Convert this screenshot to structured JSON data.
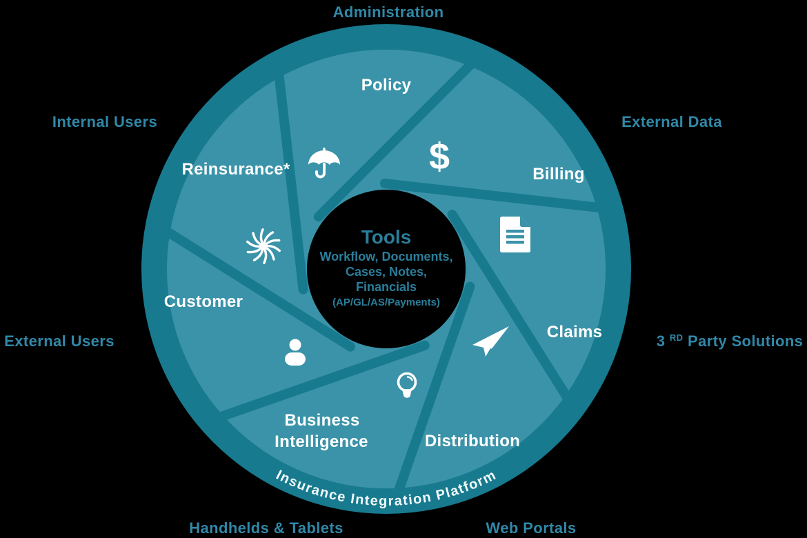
{
  "title": "Insurance Integration Platform",
  "colors": {
    "background": "#000000",
    "ring_dark": "#187a8f",
    "blade_teal": "#3b93a9",
    "outer_label_teal": "#3188a8",
    "center_text_teal": "#2b7e9b",
    "white": "#ffffff"
  },
  "outer_labels": {
    "top": "Administration",
    "top_right": "External Data",
    "right": {
      "prefix": "3",
      "sup": "RD",
      "rest": " Party Solutions"
    },
    "bottom_right": "Web Portals",
    "bottom_left": "Handhelds & Tablets",
    "left": "External Users",
    "top_left": "Internal Users"
  },
  "ring_text": "Insurance Integration Platform",
  "center": {
    "title": "Tools",
    "lines": [
      "Workflow, Documents,",
      "Cases, Notes,",
      "Financials"
    ],
    "subline": "(AP/GL/AS/Payments)"
  },
  "segments": [
    {
      "label": "Policy",
      "icon": "umbrella-icon"
    },
    {
      "label": "Billing",
      "icon": "dollar-icon",
      "glyph": "$"
    },
    {
      "label": "Claims",
      "icon": "document-icon"
    },
    {
      "label": "Distribution",
      "icon": "paper-plane-icon"
    },
    {
      "label_lines": [
        "Business",
        "Intelligence"
      ],
      "icon": "lightbulb-icon"
    },
    {
      "label": "Customer",
      "icon": "person-icon"
    },
    {
      "label": "Reinsurance*",
      "icon": "spiral-icon"
    }
  ]
}
